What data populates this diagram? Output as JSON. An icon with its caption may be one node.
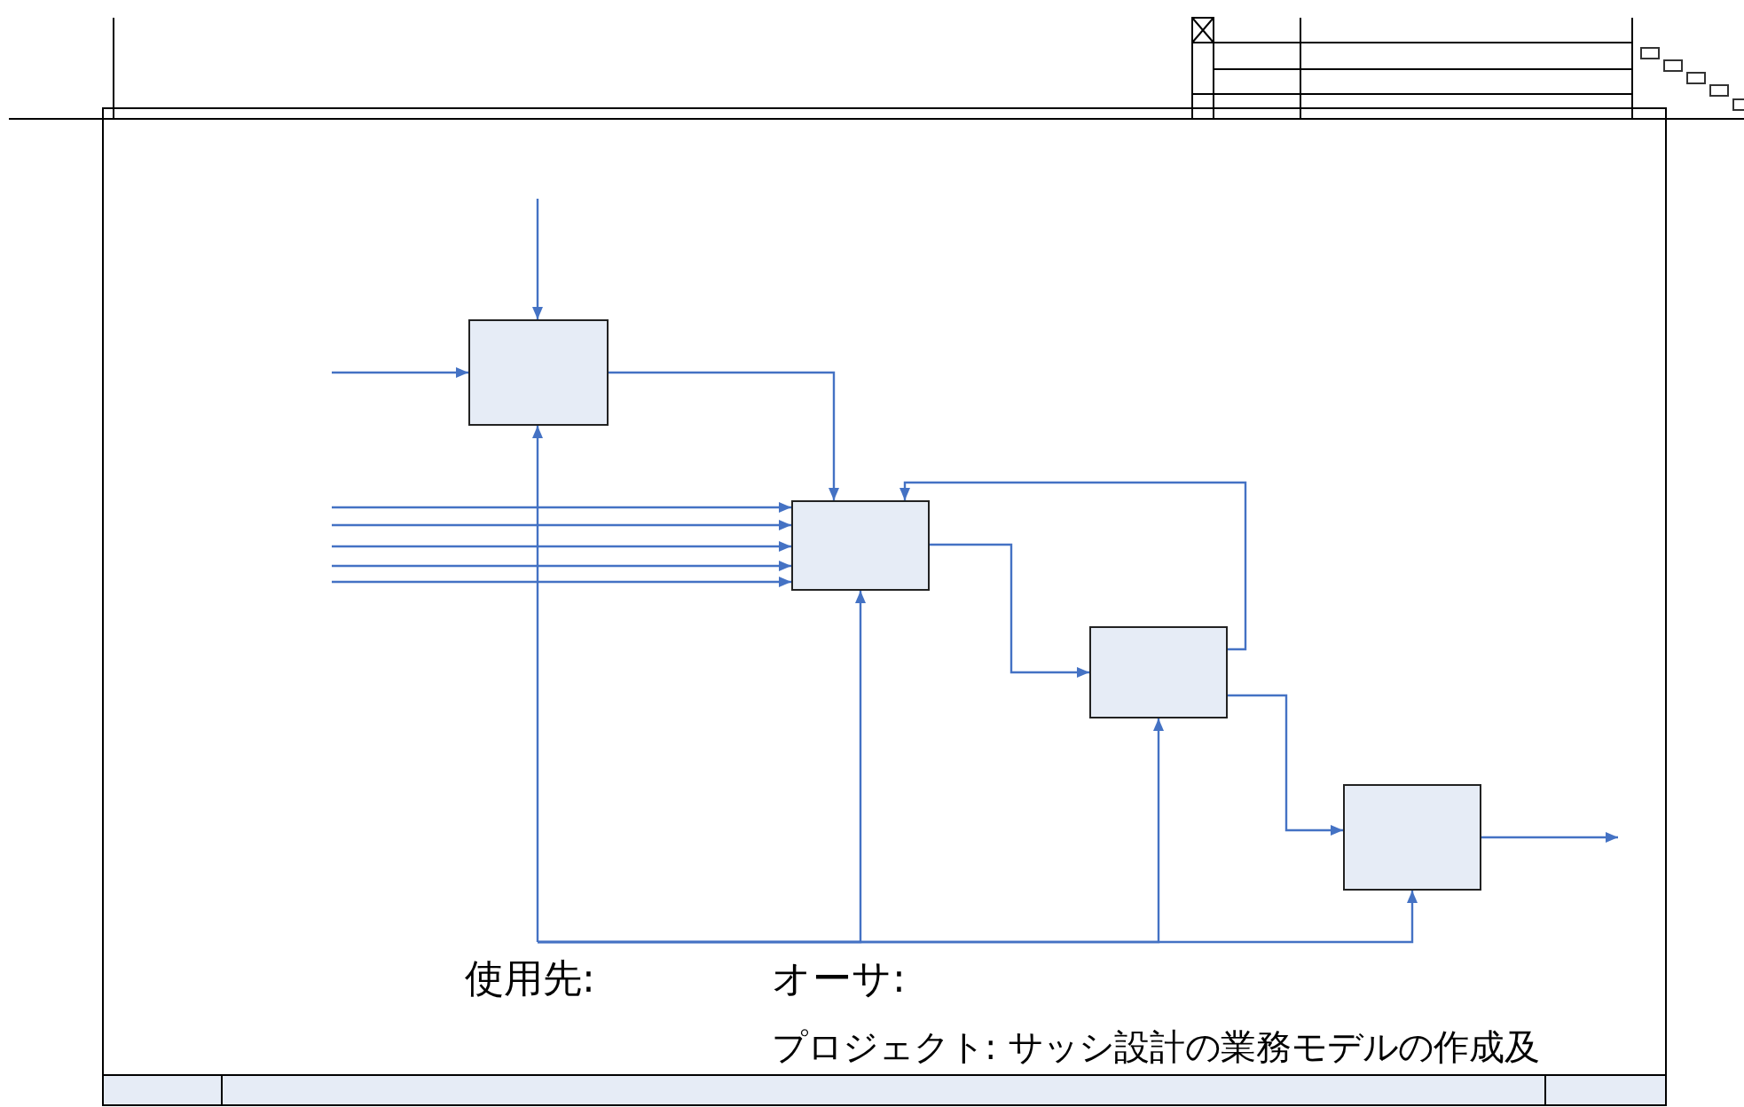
{
  "diagram": {
    "nodes": [
      {
        "text": [],
        "shape": "box"
      },
      {
        "text": [],
        "shape": "box"
      },
      {
        "text": [],
        "shape": "box"
      },
      {
        "text": [],
        "shape": "box"
      }
    ],
    "edges": [
      {
        "from": null,
        "to": 0,
        "arrow": "to"
      },
      {
        "from": null,
        "to": 0,
        "arrow": "to"
      },
      {
        "from": 0,
        "to": 1,
        "arrow": "to"
      },
      {
        "from": null,
        "to": 1,
        "arrow": "to"
      },
      {
        "from": null,
        "to": 1,
        "arrow": "to"
      },
      {
        "from": null,
        "to": 1,
        "arrow": "to"
      },
      {
        "from": null,
        "to": 1,
        "arrow": "to"
      },
      {
        "from": null,
        "to": 1,
        "arrow": "to"
      },
      {
        "from": 1,
        "to": 2,
        "arrow": "to"
      },
      {
        "from": 2,
        "to": 1,
        "arrow": "to"
      },
      {
        "from": 2,
        "to": 3,
        "arrow": "to"
      },
      {
        "from": 3,
        "to": null,
        "arrow": "to"
      },
      {
        "from": null,
        "to": 0,
        "arrow": "to"
      },
      {
        "from": null,
        "to": 1,
        "arrow": "to"
      },
      {
        "from": null,
        "to": 2,
        "arrow": "to"
      },
      {
        "from": null,
        "to": 3,
        "arrow": "to"
      }
    ],
    "labels": [
      "使用先:",
      "オーサ:",
      "プロジェクト: サッシ設計の業務モデルの作成及"
    ]
  }
}
